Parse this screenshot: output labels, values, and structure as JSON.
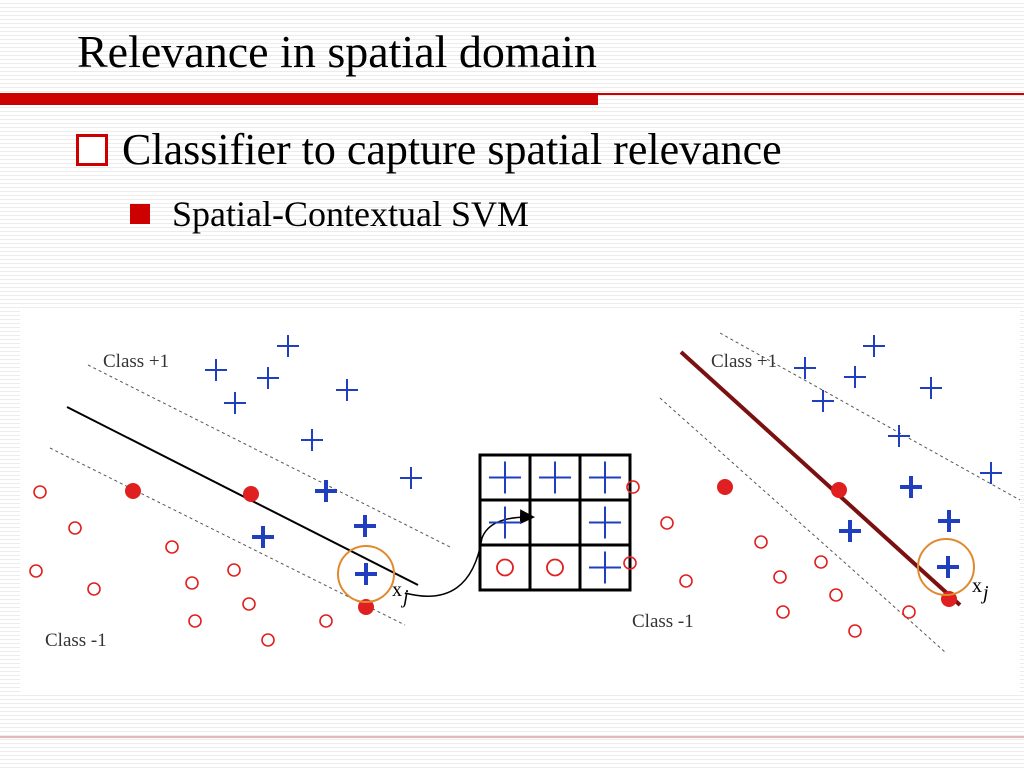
{
  "slide": {
    "title": "Relevance in spatial domain",
    "bullet_level1": "Classifier to capture spatial relevance",
    "bullet_level2": "Spatial-Contextual SVM",
    "accent_color": "#cc0000"
  },
  "figure": {
    "left_panel": {
      "class_pos_label": "Class +1",
      "class_neg_label": "Class -1",
      "point_label": "x",
      "point_subscript": "j"
    },
    "right_panel": {
      "class_pos_label": "Class +1",
      "class_neg_label": "Class -1",
      "point_label": "x",
      "point_subscript": "j"
    },
    "neighborhood_grid": [
      [
        "+",
        "+",
        "+"
      ],
      [
        "+",
        "",
        "+"
      ],
      [
        "o",
        "o",
        "+"
      ]
    ],
    "colors": {
      "positive": "#1f3fbf",
      "negative": "#e02020",
      "left_hyperplane": "#000000",
      "right_hyperplane": "#7a1010",
      "highlight": "#e08a30"
    }
  }
}
